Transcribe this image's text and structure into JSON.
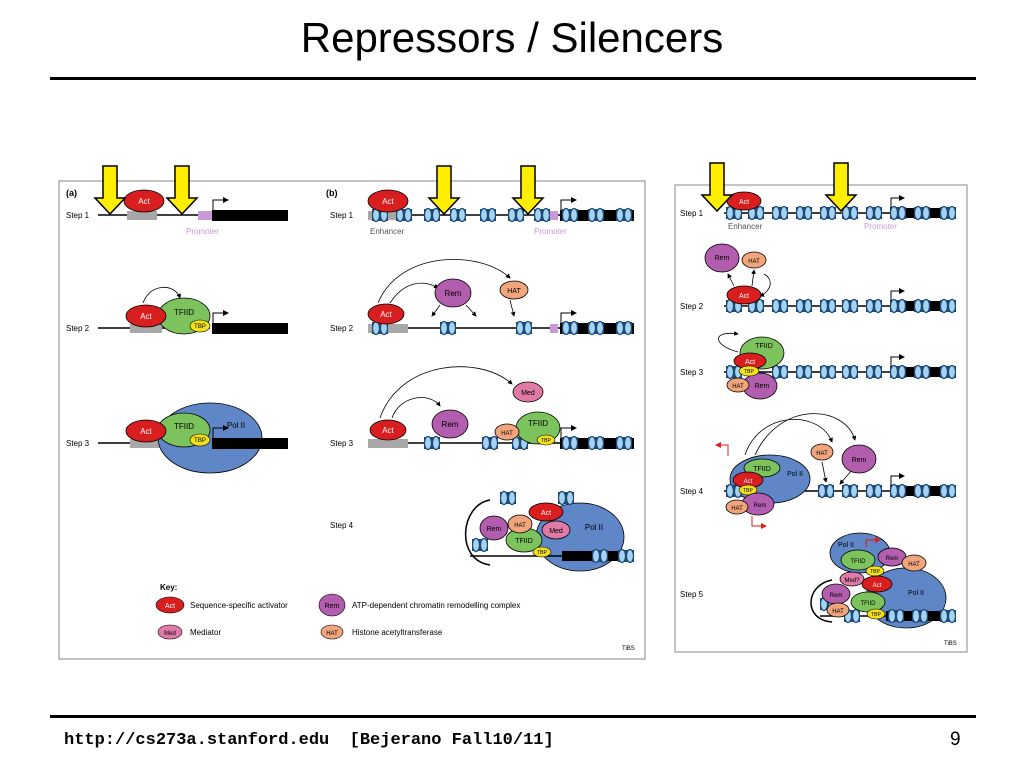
{
  "slide": {
    "title": "Repressors / Silencers",
    "footer_url": "http://cs273a.stanford.edu  [Bejerano Fall10/11]",
    "page_number": "9"
  },
  "left_figure": {
    "panel_a": "(a)",
    "panel_b": "(b)",
    "steps": [
      "Step 1",
      "Step 2",
      "Step 3",
      "Step 4"
    ],
    "labels": {
      "act": "Act",
      "tfiid": "TFIID",
      "tbp": "TBP",
      "pol2": "Pol II",
      "rem": "Rem",
      "hat": "HAT",
      "med": "Med",
      "enhancer": "Enhancer",
      "promoter": "Promoter"
    },
    "key_title": "Key:",
    "key_items": [
      {
        "symbol": "Act",
        "text": "Sequence-specific activator"
      },
      {
        "symbol": "Rem",
        "text": "ATP-dependent chromatin remodelling complex"
      },
      {
        "symbol": "Med",
        "text": "Mediator"
      },
      {
        "symbol": "HAT",
        "text": "Histone acetyltransferase"
      }
    ],
    "source": "TiBS"
  },
  "right_figure": {
    "steps": [
      "Step 1",
      "Step 2",
      "Step 3",
      "Step 4",
      "Step 5"
    ],
    "labels": {
      "act": "Act",
      "tfiid": "TFIID",
      "tbp": "TBP",
      "pol2": "Pol II",
      "rem": "Rem",
      "hat": "HAT",
      "med": "Med?",
      "enhancer": "Enhancer",
      "promoter": "Promoter"
    },
    "source": "TiBS"
  },
  "colors": {
    "act": "#d81e1e",
    "tfiid": "#7cc35d",
    "tbp": "#f2e01a",
    "pol2": "#5f87c8",
    "rem": "#b25dad",
    "hat": "#f0a57c",
    "med": "#e07aa6",
    "promoter": "#c89ad6",
    "arrow_fill": "#ffee00",
    "nucleosome": "#a6d3ee"
  }
}
